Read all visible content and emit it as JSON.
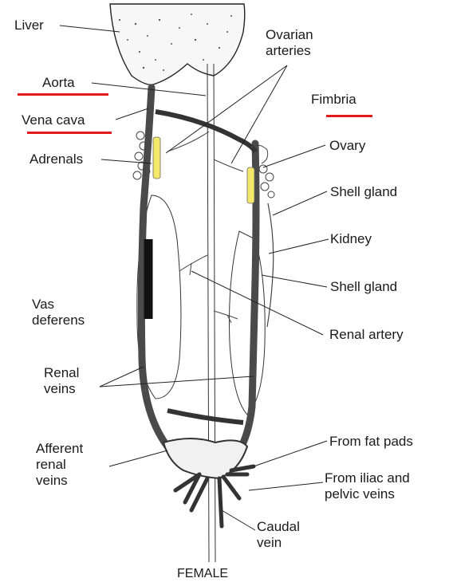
{
  "labels": {
    "liver": "Liver",
    "aorta": "Aorta",
    "vena_cava": "Vena cava",
    "adrenals": "Adrenals",
    "vas_deferens": [
      "Vas",
      "deferens"
    ],
    "renal_veins": [
      "Renal",
      "veins"
    ],
    "afferent_renal_veins": [
      "Afferent",
      "renal",
      "veins"
    ],
    "ovarian_arteries": [
      "Ovarian",
      "arteries"
    ],
    "fimbria": "Fimbria",
    "ovary": "Ovary",
    "shell_gland_top": "Shell gland",
    "kidney": "Kidney",
    "shell_gland_bottom": "Shell gland",
    "renal_artery": "Renal artery",
    "from_fat_pads": "From fat pads",
    "from_iliac": [
      "From iliac and",
      "pelvic veins"
    ],
    "caudal_vein": [
      "Caudal",
      "vein"
    ],
    "caption": "FEMALE"
  },
  "colors": {
    "highlight_underline": "#e41b1b",
    "adrenal_fill": "#f3e86a",
    "ink": "#1a1a1a",
    "vessel_fill": "#555555"
  }
}
